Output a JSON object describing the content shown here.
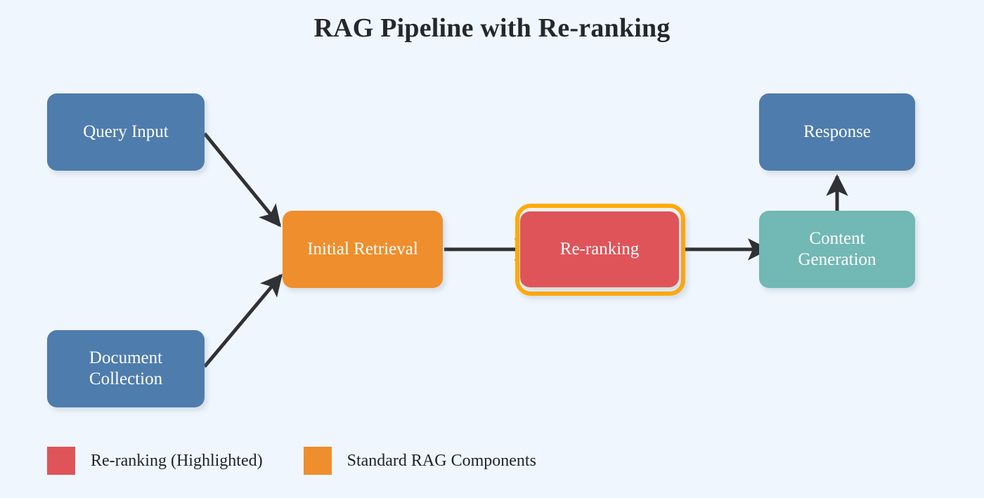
{
  "title": "RAG Pipeline with Re-ranking",
  "background_color": "#f0f6fd",
  "diagram": {
    "nodes": [
      {
        "id": "query",
        "label": "Query Input",
        "color": "#4e7cac",
        "highlighted": false
      },
      {
        "id": "docs",
        "label": "Document\nCollection",
        "line1": "Document",
        "line2": "Collection",
        "color": "#4e7cac",
        "highlighted": false
      },
      {
        "id": "initial",
        "label": "Initial Retrieval",
        "color": "#ef8e2c",
        "highlighted": false
      },
      {
        "id": "rerank",
        "label": "Re-ranking",
        "color": "#df5459",
        "highlighted": true,
        "highlight_color": "#ffaa0a"
      },
      {
        "id": "content",
        "label": "Content\nGeneration",
        "line1": "Content",
        "line2": "Generation",
        "color": "#72b8b4",
        "highlighted": false
      },
      {
        "id": "response",
        "label": "Response",
        "color": "#4e7cac",
        "highlighted": false
      }
    ],
    "edges": [
      {
        "from": "query",
        "to": "initial",
        "style": "diagonal-down"
      },
      {
        "from": "docs",
        "to": "initial",
        "style": "diagonal-up"
      },
      {
        "from": "initial",
        "to": "rerank",
        "style": "horizontal"
      },
      {
        "from": "rerank",
        "to": "content",
        "style": "horizontal"
      },
      {
        "from": "content",
        "to": "response",
        "style": "vertical-up"
      }
    ],
    "edge_color": "#2f3134"
  },
  "legend": {
    "items": [
      {
        "label": "Re-ranking (Highlighted)",
        "color": "#df5459"
      },
      {
        "label": "Standard RAG Components",
        "color": "#ef8e2c"
      }
    ]
  }
}
